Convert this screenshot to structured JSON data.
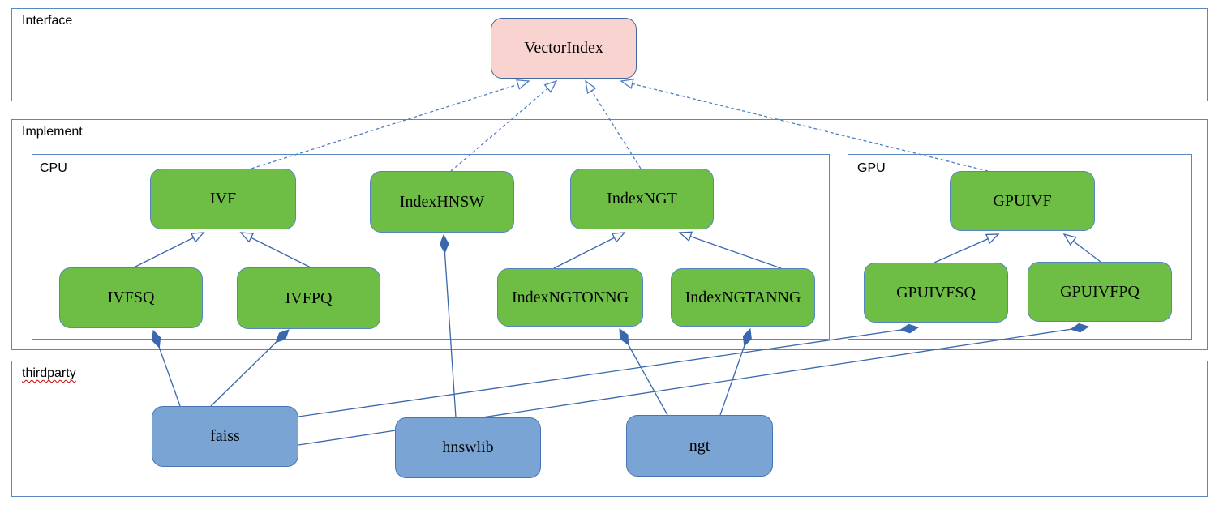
{
  "colors": {
    "container-border": "#5b87c0",
    "green-fill": "#6ebe46",
    "green-border": "#5585c0",
    "pink-fill": "#f9d3d0",
    "pink-border": "#41659f",
    "blue-fill": "#7aa4d4",
    "blue-border": "#4674b5",
    "line": "#3a67ae",
    "dashed-line": "#4d7dc2",
    "label-text": "#000000",
    "squiggle": "#cc0000",
    "canvas-bg": "#ffffff"
  },
  "sections": {
    "interface": {
      "label": "Interface"
    },
    "implement": {
      "label": "Implement"
    },
    "cpu": {
      "label": "CPU"
    },
    "gpu": {
      "label": "GPU"
    },
    "thirdparty": {
      "label": "thirdparty"
    }
  },
  "nodes": {
    "vectorindex": {
      "label": "VectorIndex",
      "kind": "interface"
    },
    "ivf": {
      "label": "IVF",
      "kind": "cpu-implementation"
    },
    "indexhnsw": {
      "label": "IndexHNSW",
      "kind": "cpu-implementation"
    },
    "indexngt": {
      "label": "IndexNGT",
      "kind": "cpu-implementation"
    },
    "ivfsq": {
      "label": "IVFSQ",
      "kind": "cpu-implementation"
    },
    "ivfpq": {
      "label": "IVFPQ",
      "kind": "cpu-implementation"
    },
    "indexngtonng": {
      "label": "IndexNGTONNG",
      "kind": "cpu-implementation"
    },
    "indexngtanng": {
      "label": "IndexNGTANNG",
      "kind": "cpu-implementation"
    },
    "gpuivf": {
      "label": "GPUIVF",
      "kind": "gpu-implementation"
    },
    "gpuivfsq": {
      "label": "GPUIVFSQ",
      "kind": "gpu-implementation"
    },
    "gpuivfpq": {
      "label": "GPUIVFPQ",
      "kind": "gpu-implementation"
    },
    "faiss": {
      "label": "faiss",
      "kind": "thirdparty-library"
    },
    "hnswlib": {
      "label": "hnswlib",
      "kind": "thirdparty-library"
    },
    "ngt": {
      "label": "ngt",
      "kind": "thirdparty-library"
    }
  },
  "edges": {
    "realizes_dashed_hollow_arrow": [
      {
        "from": "IVF",
        "to": "VectorIndex"
      },
      {
        "from": "IndexHNSW",
        "to": "VectorIndex"
      },
      {
        "from": "IndexNGT",
        "to": "VectorIndex"
      },
      {
        "from": "GPUIVF",
        "to": "VectorIndex"
      }
    ],
    "extends_solid_hollow_arrow": [
      {
        "from": "IVFSQ",
        "to": "IVF"
      },
      {
        "from": "IVFPQ",
        "to": "IVF"
      },
      {
        "from": "IndexNGTONNG",
        "to": "IndexNGT"
      },
      {
        "from": "IndexNGTANNG",
        "to": "IndexNGT"
      },
      {
        "from": "GPUIVFSQ",
        "to": "GPUIVF"
      },
      {
        "from": "GPUIVFPQ",
        "to": "GPUIVF"
      }
    ],
    "composes_filled_diamond": [
      {
        "diamond_at": "IVFSQ",
        "library": "faiss"
      },
      {
        "diamond_at": "IVFPQ",
        "library": "faiss"
      },
      {
        "diamond_at": "GPUIVFSQ",
        "library": "faiss"
      },
      {
        "diamond_at": "GPUIVFPQ",
        "library": "faiss"
      },
      {
        "diamond_at": "IndexHNSW",
        "library": "hnswlib"
      },
      {
        "diamond_at": "IndexNGTONNG",
        "library": "ngt"
      },
      {
        "diamond_at": "IndexNGTANNG",
        "library": "ngt"
      }
    ]
  }
}
